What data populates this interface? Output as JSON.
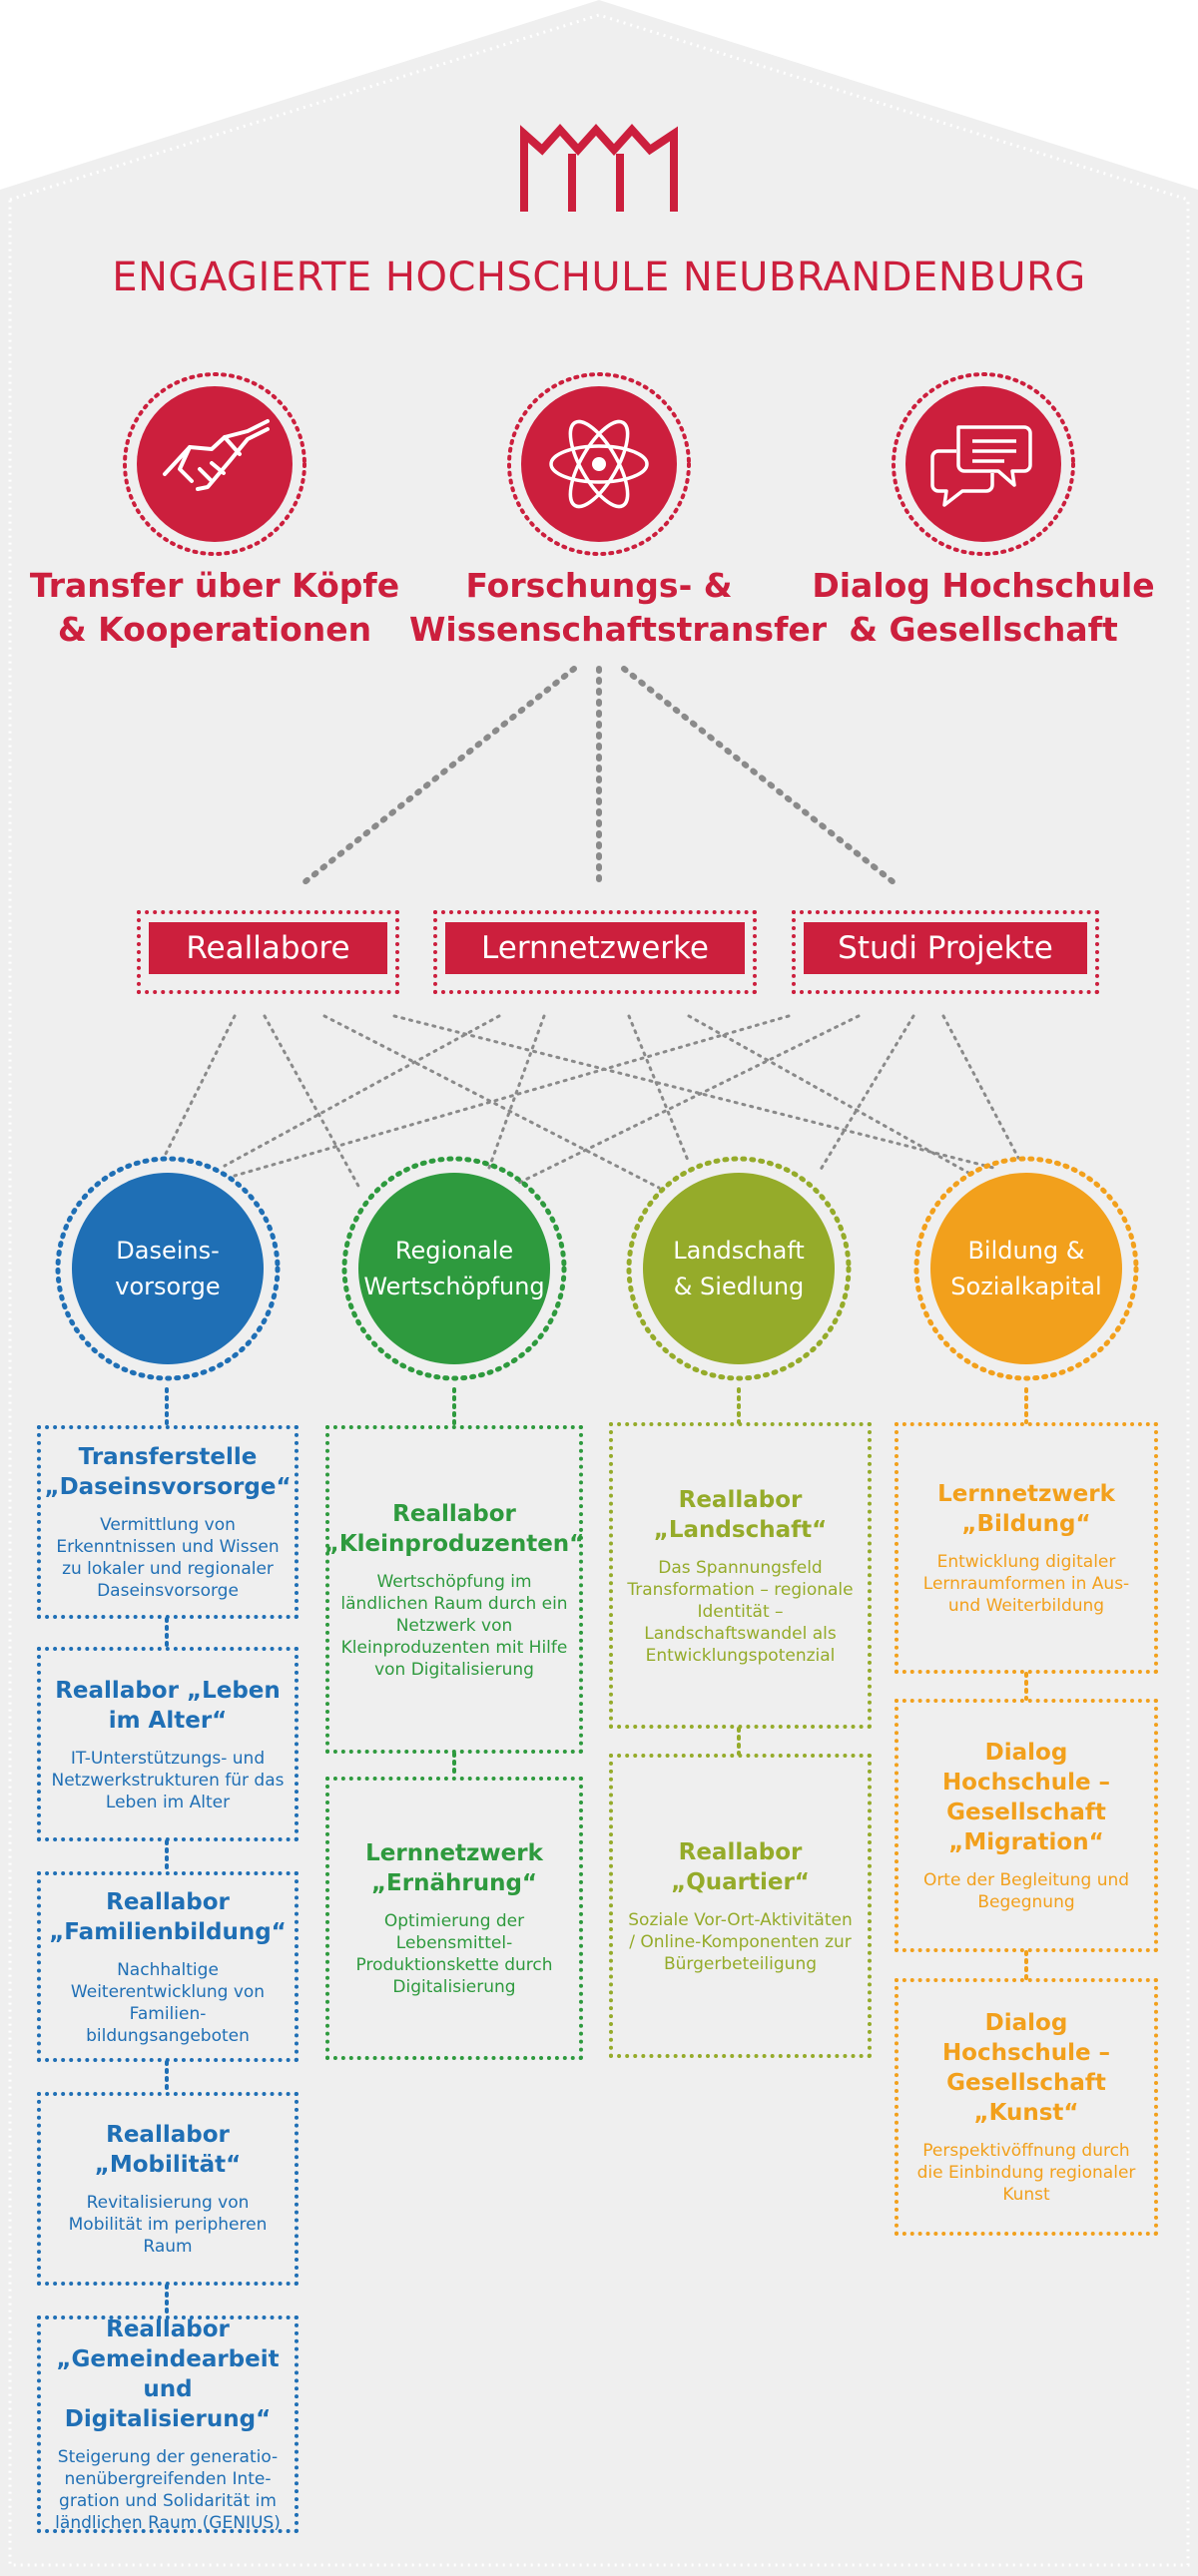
{
  "title": "ENGAGIERTE HOCHSCHULE NEUBRANDENBURG",
  "colors": {
    "red": "#cc1f3d",
    "blue": "#1f6fb5",
    "green": "#2e9a3e",
    "olive": "#95ab2a",
    "orange": "#f2a01c",
    "background": "#efefef"
  },
  "logo": {
    "icon": "hochschule-neubrandenburg-logo"
  },
  "pillars": [
    {
      "icon": "handshake-icon",
      "label_line1": "Transfer über Köpfe",
      "label_line2": "& Kooperationen"
    },
    {
      "icon": "atom-icon",
      "label_line1": "Forschungs- &",
      "label_line2": "Wissenschaftstransfer"
    },
    {
      "icon": "chat-bubbles-icon",
      "label_line1": "Dialog Hochschule",
      "label_line2": "& Gesellschaft"
    }
  ],
  "formats": [
    {
      "label": "Reallabore"
    },
    {
      "label": "Lernnetzwerke"
    },
    {
      "label": "Studi Projekte"
    }
  ],
  "categories": [
    {
      "label_line1": "Daseins-",
      "label_line2": "vorsorge",
      "color": "#1f6fb5",
      "items": [
        {
          "title": "Transferstelle „Daseinsvorsorge“",
          "body": "Vermittlung von Erkenntnissen und Wissen zu lokaler und regionaler Daseinsvorsorge"
        },
        {
          "title": "Reallabor „Leben im Alter“",
          "body": "IT-Unterstützungs- und Netzwerkstrukturen für das Leben im Alter"
        },
        {
          "title": "Reallabor „Familienbildung“",
          "body": "Nachhaltige Weiterentwicklung von Familien-bildungsangeboten"
        },
        {
          "title": "Reallabor „Mobilität“",
          "body": "Revitalisierung von Mobilität im peripheren Raum"
        },
        {
          "title": "Reallabor „Gemeindearbeit und Digitalisierung“",
          "body": "Steigerung der generatio-nenübergreifenden Inte-gration und Solidarität im ländlichen Raum (GENIUS)"
        }
      ]
    },
    {
      "label_line1": "Regionale",
      "label_line2": "Wertschöpfung",
      "color": "#2e9a3e",
      "items": [
        {
          "title": "Reallabor „Kleinproduzenten“",
          "body": "Wertschöpfung im ländlichen Raum durch ein Netzwerk von Kleinproduzenten mit Hilfe von Digitalisierung"
        },
        {
          "title": "Lernnetzwerk „Ernährung“",
          "body": "Optimierung der Lebensmittel-Produktionskette durch Digitalisierung"
        }
      ]
    },
    {
      "label_line1": "Landschaft",
      "label_line2": "& Siedlung",
      "color": "#95ab2a",
      "items": [
        {
          "title": "Reallabor „Landschaft“",
          "body": "Das Spannungsfeld Transformation – regionale Identität – Landschaftswandel als Entwicklungspotenzial"
        },
        {
          "title": "Reallabor „Quartier“",
          "body": "Soziale Vor-Ort-Aktivitäten / Online-Komponenten zur Bürgerbeteiligung"
        }
      ]
    },
    {
      "label_line1": "Bildung &",
      "label_line2": "Sozialkapital",
      "color": "#f2a01c",
      "items": [
        {
          "title": "Lernnetzwerk „Bildung“",
          "body": "Entwicklung digitaler Lernraumformen in Aus- und Weiterbildung"
        },
        {
          "title": "Dialog Hochschule – Gesellschaft „Migration“",
          "body": "Orte der Begleitung und Begegnung"
        },
        {
          "title": "Dialog Hochschule – Gesellschaft „Kunst“",
          "body": "Perspektivöffnung durch die Einbindung regionaler Kunst"
        }
      ]
    }
  ]
}
